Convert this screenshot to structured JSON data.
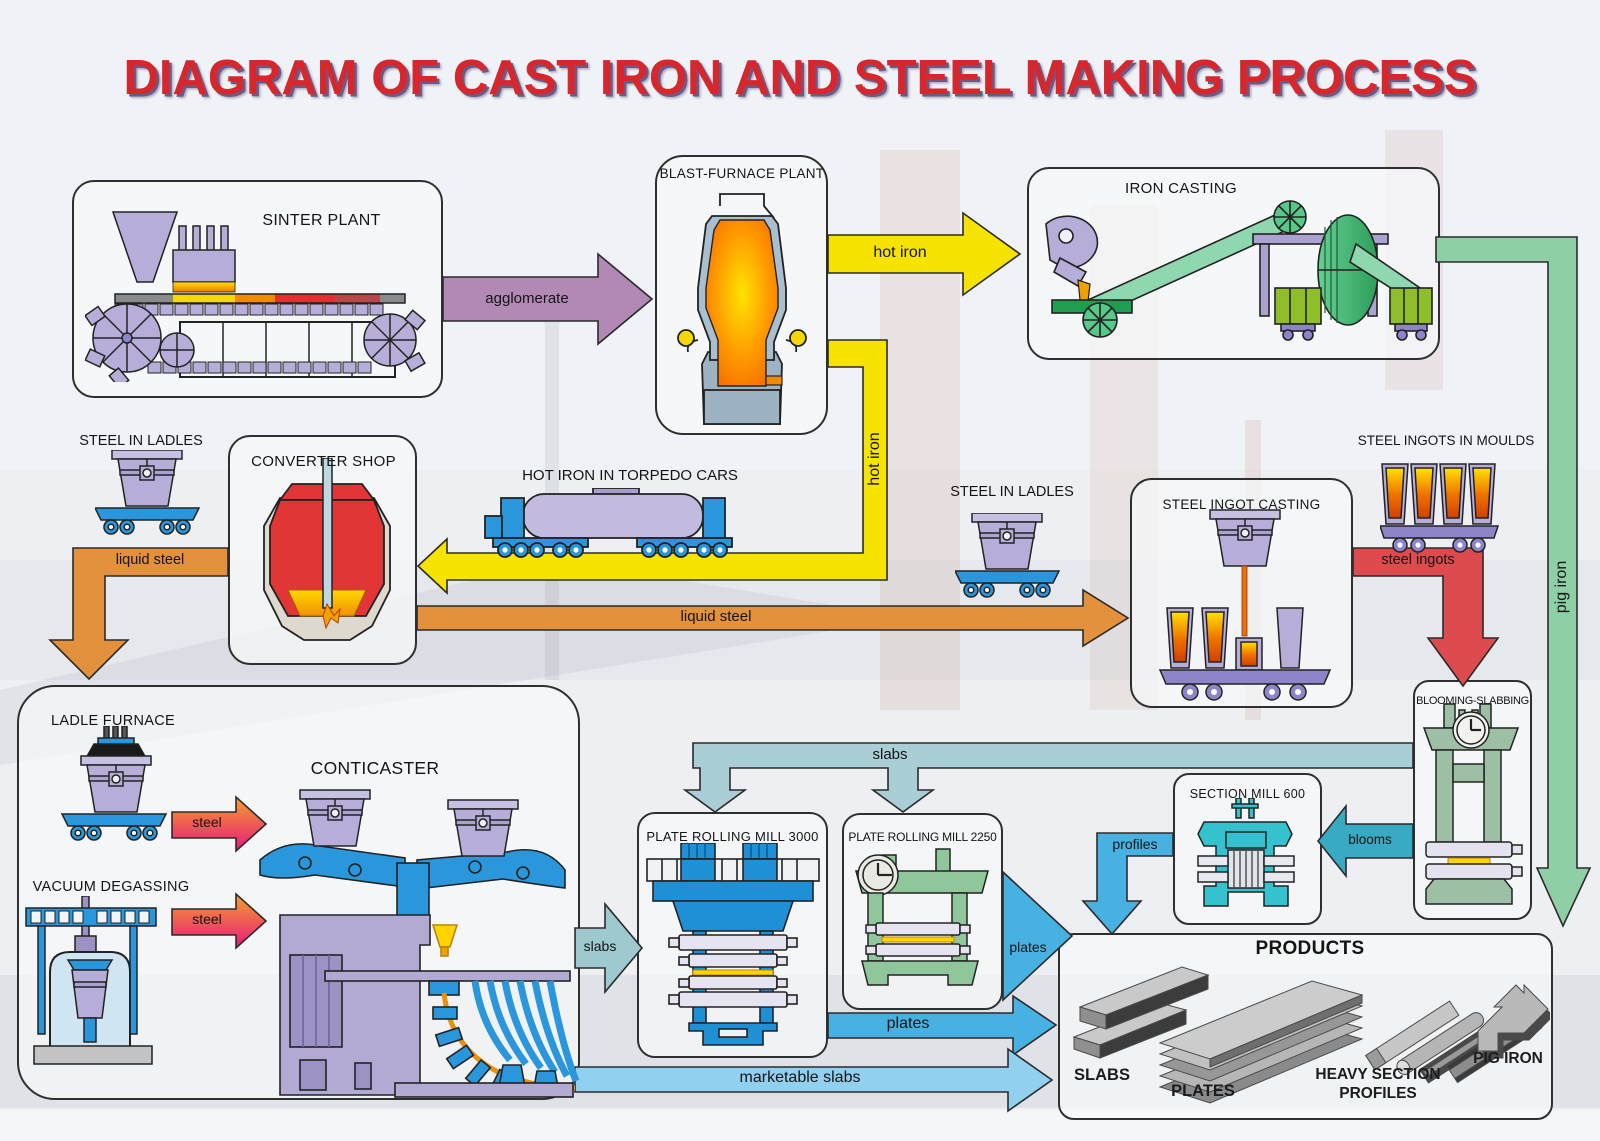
{
  "title": "DIAGRAM OF CAST IRON AND STEEL MAKING PROCESS",
  "stations": {
    "sinter_plant": "SINTER PLANT",
    "blast_furnace": "BLAST-FURNACE PLANT",
    "iron_casting": "IRON CASTING",
    "converter_shop": "CONVERTER SHOP",
    "steel_ingot_casting": "STEEL INGOT CASTING",
    "blooming_slabbing": "BLOOMING-SLABBING",
    "section_mill": "SECTION MILL 600",
    "plate_mill_3000": "PLATE ROLLING MILL 3000",
    "plate_mill_2250": "PLATE ROLLING MILL 2250",
    "conticaster": "CONTICASTER",
    "ladle_furnace": "LADLE FURNACE",
    "vacuum_degassing": "VACUUM DEGASSING",
    "products": "PRODUCTS"
  },
  "free_labels": {
    "steel_in_ladles_left": "STEEL IN LADLES",
    "hot_iron_torpedo": "HOT IRON IN TORPEDO CARS",
    "steel_in_ladles_right": "STEEL IN LADLES",
    "steel_ingots_in_moulds": "STEEL INGOTS IN MOULDS"
  },
  "flows": {
    "agglomerate": "agglomerate",
    "hot_iron_right": "hot iron",
    "hot_iron_down": "hot iron",
    "liquid_steel_left": "liquid steel",
    "liquid_steel_right": "liquid steel",
    "steel_ingots": "steel ingots",
    "pig_iron": "pig iron",
    "slabs_band": "slabs",
    "blooms": "blooms",
    "profiles": "profiles",
    "plates_upper": "plates",
    "plates_lower": "plates",
    "slabs_small": "slabs",
    "marketable_slabs": "marketable slabs",
    "steel_upper": "steel",
    "steel_lower": "steel"
  },
  "products": {
    "items": [
      "SLABS",
      "PLATES",
      "HEAVY SECTION PROFILES",
      "PIG IRON"
    ]
  },
  "colors": {
    "title_red": "#d7262c",
    "agglomerate": "#b288b5",
    "hot_iron": "#f6e400",
    "liquid_steel": "#e3913d",
    "steel_ingots": "#dd4b4e",
    "pig_iron": "#8fcfa6",
    "slabs_band": "#a9ced5",
    "blooms": "#38aac4",
    "plates_blue": "#47b2e2",
    "marketable_slabs": "#92d0f0",
    "slabs_small": "#9ec9cf"
  }
}
